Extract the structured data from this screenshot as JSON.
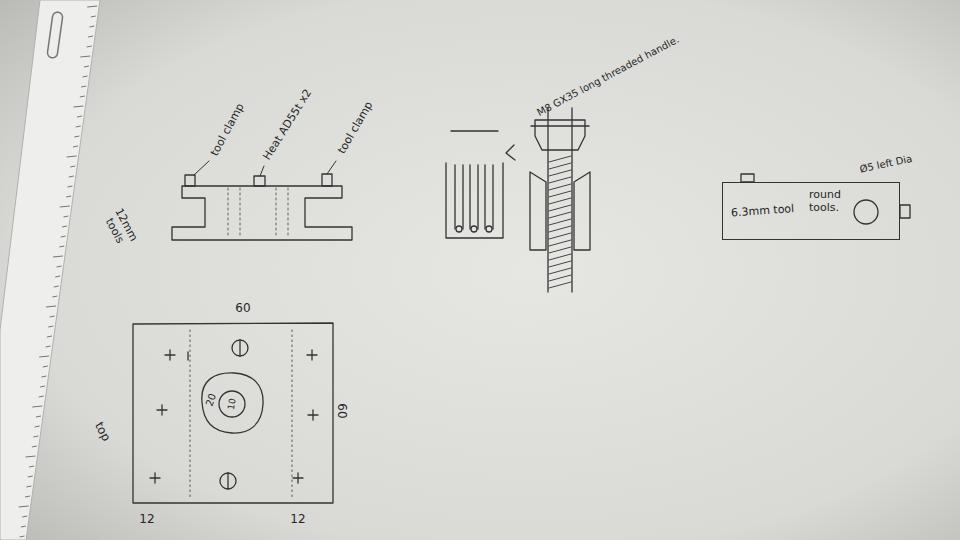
{
  "diagram": {
    "nodes": [
      {
        "text": [
          "6.3mm tool",
          "round tools."
        ]
      }
    ],
    "labels": [
      "tool clamp",
      "Heat AD55t x2",
      "tool clamp",
      "12mm tools",
      "M8 GX35 long threaded handle.",
      "Ø5 left Dia",
      "60",
      "20",
      "10",
      "60",
      "12",
      "12",
      "top"
    ]
  }
}
